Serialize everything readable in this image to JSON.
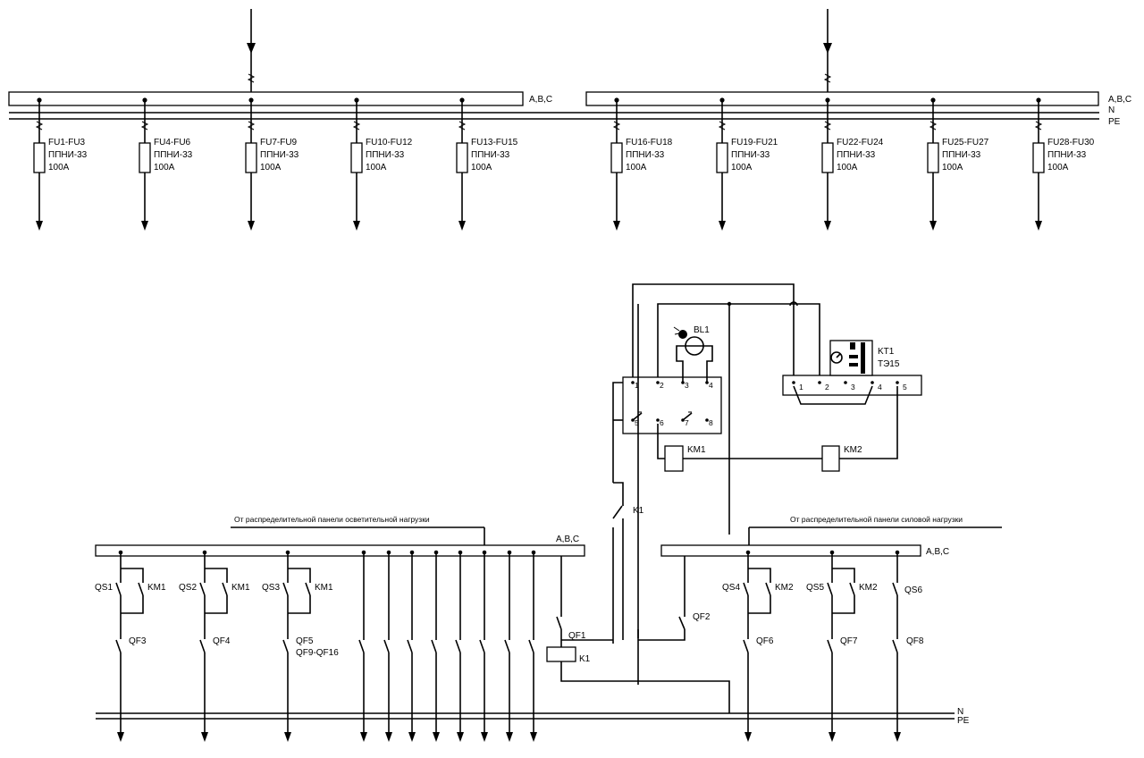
{
  "top": {
    "bus_label": "A,B,C",
    "bus_label_right": "A,B,C",
    "n_label": "N",
    "pe_label": "PE",
    "feeders": [
      {
        "id": "FU1-FU3",
        "type": "ППНИ-33",
        "rating": "100A"
      },
      {
        "id": "FU4-FU6",
        "type": "ППНИ-33",
        "rating": "100A"
      },
      {
        "id": "FU7-FU9",
        "type": "ППНИ-33",
        "rating": "100A"
      },
      {
        "id": "FU10-FU12",
        "type": "ППНИ-33",
        "rating": "100A"
      },
      {
        "id": "FU13-FU15",
        "type": "ППНИ-33",
        "rating": "100A"
      },
      {
        "id": "FU16-FU18",
        "type": "ППНИ-33",
        "rating": "100A"
      },
      {
        "id": "FU19-FU21",
        "type": "ППНИ-33",
        "rating": "100A"
      },
      {
        "id": "FU22-FU24",
        "type": "ППНИ-33",
        "rating": "100A"
      },
      {
        "id": "FU25-FU27",
        "type": "ППНИ-33",
        "rating": "100A"
      },
      {
        "id": "FU28-FU30",
        "type": "ППНИ-33",
        "rating": "100A"
      }
    ]
  },
  "control": {
    "photo_sensor": "BL1",
    "timer_id": "KT1",
    "timer_type": "ТЭ15",
    "relay_terms": [
      "1",
      "2",
      "3",
      "4",
      "5",
      "6",
      "7",
      "8"
    ],
    "timer_terms": [
      "1",
      "2",
      "3",
      "4",
      "5"
    ],
    "coil_km1": "KM1",
    "coil_km2": "KM2",
    "contact_k1": "K1"
  },
  "bottom": {
    "lighting_source": "От распределительной панели осветительной нагрузки",
    "power_source": "От распределительной панели силовой нагрузки",
    "bus_label_left": "A,B,C",
    "bus_label_right": "A,B,C",
    "n_label": "N",
    "pe_label": "PE",
    "left": [
      {
        "qs": "QS1",
        "km": "KM1",
        "qf": "QF3"
      },
      {
        "qs": "QS2",
        "km": "KM1",
        "qf": "QF4"
      },
      {
        "qs": "QS3",
        "km": "KM1",
        "qf": "QF5"
      }
    ],
    "qf_group": "QF9-QF16",
    "qf1": "QF1",
    "k1": "K1",
    "qf2": "QF2",
    "right": [
      {
        "qs": "QS4",
        "km": "KM2",
        "qf": "QF6"
      },
      {
        "qs": "QS5",
        "km": "KM2",
        "qf": "QF7"
      }
    ],
    "qs6": "QS6",
    "qf8": "QF8"
  }
}
